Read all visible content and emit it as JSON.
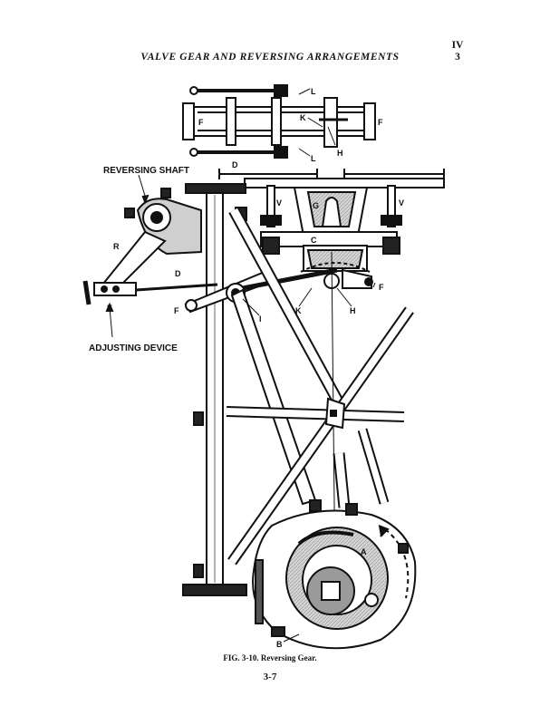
{
  "header": {
    "title": "VALVE GEAR AND REVERSING ARRANGEMENTS",
    "chapter": "IV",
    "section": "3"
  },
  "figure": {
    "caption": "FIG. 3-10. Reversing Gear.",
    "callouts": {
      "reversing_shaft": "REVERSING SHAFT",
      "adjusting_device": "ADJUSTING DEVICE",
      "top_L1": "L",
      "top_L2": "L",
      "top_K": "K",
      "top_H": "H",
      "top_F_left": "F",
      "top_F_right": "F",
      "D_bedplate": "D",
      "G": "G",
      "C": "C",
      "V_left": "V",
      "V_right": "V",
      "R": "R",
      "D_rod": "D",
      "E": "E",
      "F_lever_left": "F",
      "I": "I",
      "K": "K",
      "H": "H",
      "F_right": "F",
      "A": "A",
      "B": "B"
    }
  },
  "footer": {
    "page": "3-7"
  }
}
